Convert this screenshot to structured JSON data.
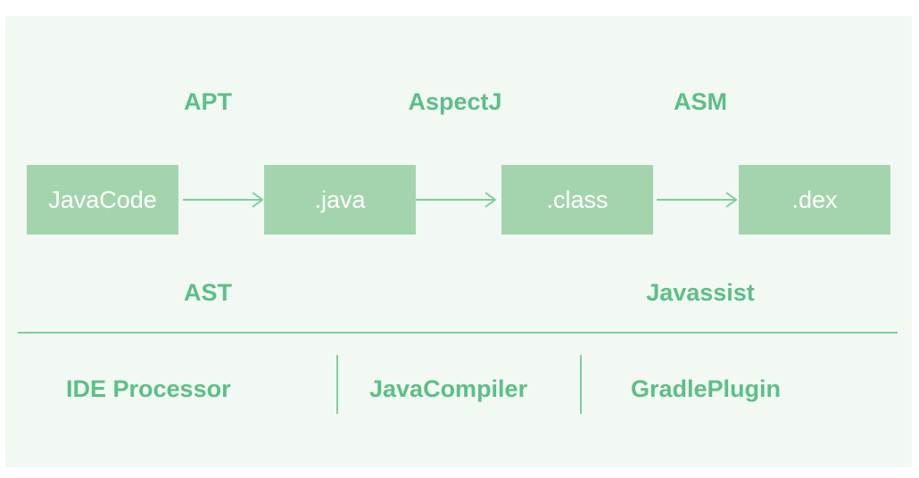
{
  "top_labels": [
    "APT",
    "AspectJ",
    "ASM"
  ],
  "stages": [
    ".java",
    ".class",
    ".dex"
  ],
  "source_box": "JavaCode",
  "under_labels": [
    "AST",
    "Javassist"
  ],
  "tools": [
    "IDE Processor",
    "JavaCompiler",
    "GradlePlugin"
  ],
  "colors": {
    "panel_bg": "#f2f8f2",
    "box_fill": "#a4d4ae",
    "text_green": "#5cbf88",
    "line_green": "#7ccf9e"
  }
}
